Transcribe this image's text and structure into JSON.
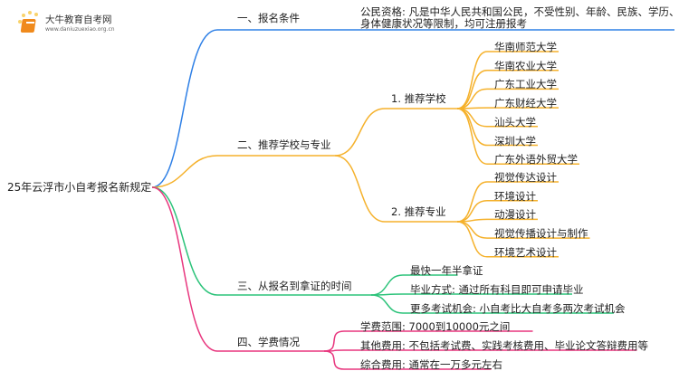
{
  "logo": {
    "title": "大牛教育自考网",
    "url": "www.daniuzuexiao.org.cn"
  },
  "root": "25年云浮市小自考报名新规定",
  "colors": {
    "b1": "#2f80e6",
    "b2": "#f5b12b",
    "b3": "#2cc37a",
    "b4": "#e8367e"
  },
  "branches": [
    {
      "label": "一、报名条件",
      "children": [
        "公民资格: 凡是中华人民共和国公民，不受性别、年龄、民族、学历、",
        "身体健康状况等限制，均可注册报考"
      ]
    },
    {
      "label": "二、推荐学校与专业",
      "groups": [
        {
          "label": "1. 推荐学校",
          "items": [
            "华南师范大学",
            "华南农业大学",
            "广东工业大学",
            "广东财经大学",
            "汕头大学",
            "深圳大学",
            "广东外语外贸大学"
          ]
        },
        {
          "label": "2. 推荐专业",
          "items": [
            "视觉传达设计",
            "环境设计",
            "动漫设计",
            "视觉传播设计与制作",
            "环境艺术设计"
          ]
        }
      ]
    },
    {
      "label": "三、从报名到拿证的时间",
      "children": [
        "最快一年半拿证",
        "毕业方式: 通过所有科目即可申请毕业",
        "更多考试机会: 小自考比大自考多两次考试机会"
      ]
    },
    {
      "label": "四、学费情况",
      "children": [
        "学费范围: 7000到10000元之间",
        "其他费用: 不包括考试费、实践考核费用、毕业论文答辩费用等",
        "综合费用: 通常在一万多元左右"
      ]
    }
  ]
}
